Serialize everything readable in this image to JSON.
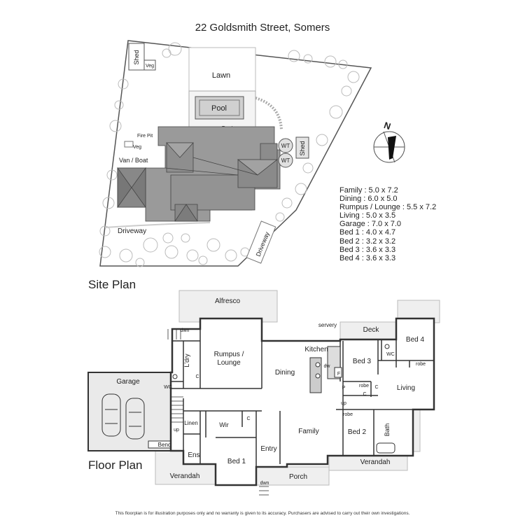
{
  "title": "22 Goldsmith Street, Somers",
  "site_plan": {
    "heading": "Site Plan",
    "labels": {
      "shed_top": "Shed",
      "veg_top": "Veg",
      "lawn": "Lawn",
      "pool": "Pool",
      "paving": "Paving",
      "fire_pit": "Fire Pit",
      "veg_mid": "Veg",
      "van_boat": "Van / Boat",
      "wt1": "WT",
      "wt2": "WT",
      "shed_right": "Shed",
      "driveway_left": "Driveway",
      "driveway_right": "Driveway"
    },
    "compass": "N"
  },
  "dimensions": [
    "Family : 5.0 x 7.2",
    "Dining : 6.0 x 5.0",
    "Rumpus / Lounge : 5.5 x 7.2",
    "Living : 5.0 x 3.5",
    "Garage : 7.0 x 7.0",
    "Bed 1 : 4.0 x 4.7",
    "Bed 2 : 3.2 x 3.2",
    "Bed 3 : 3.6 x 3.3",
    "Bed 4 : 3.6 x 3.3"
  ],
  "floor_plan": {
    "heading": "Floor  Plan",
    "rooms": {
      "alfresco": "Alfresco",
      "dwn_top": "dwn",
      "servery": "servery",
      "deck": "Deck",
      "bed4": "Bed 4",
      "wc_right": "WC",
      "robe_bed4": "robe",
      "rumpus": "Rumpus /",
      "lounge": "Lounge",
      "ldry": "L'dry",
      "c_ldry": "C",
      "kitchen": "Kitchen",
      "dw": "dw",
      "f": "F",
      "dining": "Dining",
      "bed3": "Bed 3",
      "p": "P",
      "robe_bed3": "robe",
      "c_bed3": "C",
      "c_living": "C",
      "living": "Living",
      "garage": "Garage",
      "wc_left": "WC",
      "up_left": "up",
      "up_right": "up",
      "linen": "Linen",
      "wir": "Wir",
      "c_wir": "C",
      "robe_bed2": "robe",
      "family": "Family",
      "bed2": "Bed 2",
      "bath": "Bath",
      "bench": "Bench",
      "ens": "Ens",
      "entry": "Entry",
      "bed1": "Bed 1",
      "verandah_left": "Verandah",
      "verandah_right": "Verandah",
      "porch": "Porch",
      "dwn_bottom": "dwn"
    }
  },
  "disclaimer": "This floorplan is for illustration purposes only and no warranty is given to its accuracy. Purchasers are advised to carry out their own investigations."
}
